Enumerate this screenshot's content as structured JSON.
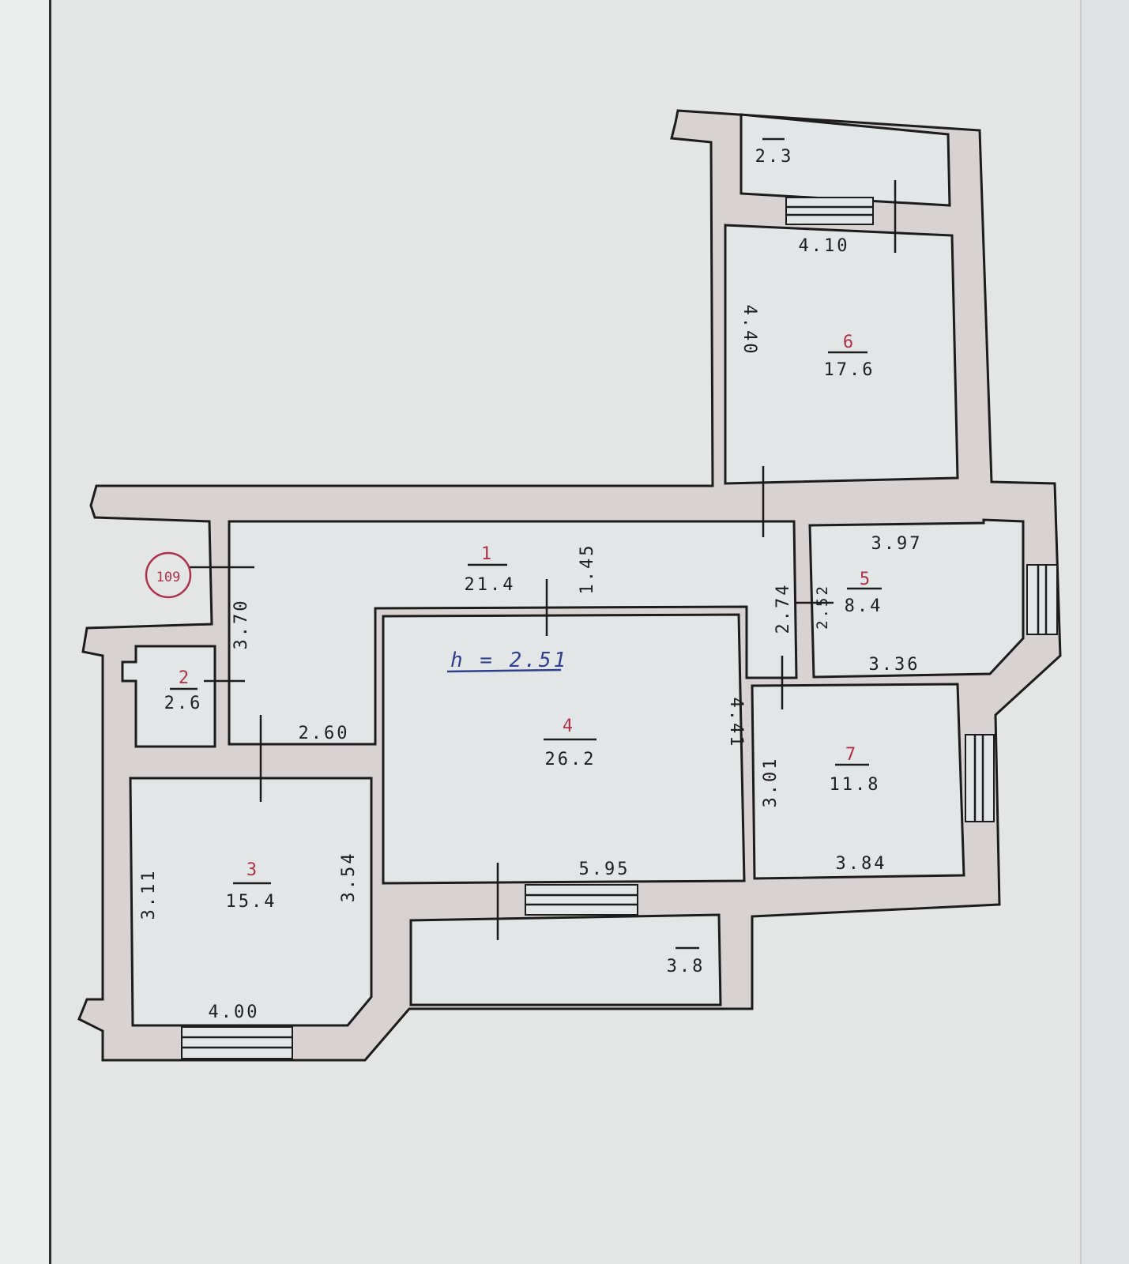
{
  "plan": {
    "apartment_number": "109",
    "ceiling_height": "h = 2.51",
    "rooms": [
      {
        "number": "1",
        "area": "21.4"
      },
      {
        "number": "2",
        "area": "2.6"
      },
      {
        "number": "3",
        "area": "15.4"
      },
      {
        "number": "4",
        "area": "26.2"
      },
      {
        "number": "5",
        "area": "8.4"
      },
      {
        "number": "6",
        "area": "17.6"
      },
      {
        "number": "7",
        "area": "11.8"
      }
    ],
    "balconies": [
      {
        "area": "2.3"
      },
      {
        "area": "3.8"
      }
    ],
    "dimensions": {
      "room6_width": "4.10",
      "room6_length": "4.40",
      "corridor_width": "1.45",
      "corridor_length": "3.70",
      "corridor_bottom": "2.60",
      "room4_width": "5.95",
      "room4_length": "4.41",
      "passage": "2.74",
      "room5_side": "2.52",
      "room5_top": "3.97",
      "room5_bottom": "3.36",
      "room7_side": "3.01",
      "room7_bottom": "3.84",
      "room3_left": "3.11",
      "room3_right": "3.54",
      "room3_bottom": "4.00"
    }
  }
}
